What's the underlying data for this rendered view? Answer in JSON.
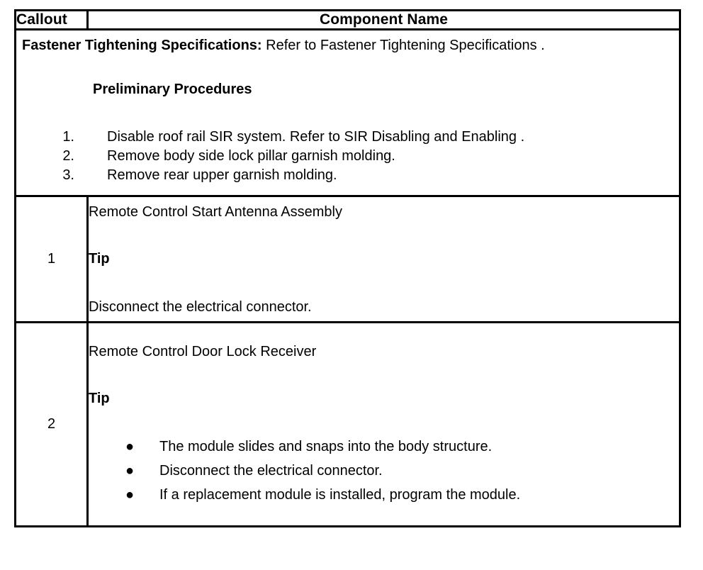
{
  "table": {
    "headers": {
      "callout": "Callout",
      "component_name": "Component Name"
    },
    "fastener_row": {
      "fts_label": "Fastener Tightening Specifications:",
      "fts_text": " Refer to Fastener Tightening Specifications .",
      "preliminary_heading": "Preliminary Procedures",
      "steps": [
        {
          "num": "1.",
          "text": "Disable roof rail SIR system. Refer to SIR Disabling and Enabling ."
        },
        {
          "num": "2.",
          "text": "Remove body side lock pillar garnish molding."
        },
        {
          "num": "3.",
          "text": "Remove rear upper garnish molding."
        }
      ]
    },
    "rows": [
      {
        "callout": "1",
        "component_name": "Remote Control Start Antenna Assembly",
        "tip_heading": "Tip",
        "tip_text": "Disconnect the electrical connector.",
        "tip_bullets": []
      },
      {
        "callout": "2",
        "component_name": "Remote Control Door Lock Receiver",
        "tip_heading": "Tip",
        "tip_text": "",
        "tip_bullets": [
          "The module slides and snaps into the body structure.",
          "Disconnect the electrical connector.",
          "If a replacement module is installed, program the module."
        ]
      }
    ],
    "bullet_glyph": "●",
    "border_color": "#000000",
    "background_color": "#ffffff",
    "text_color": "#000000"
  }
}
